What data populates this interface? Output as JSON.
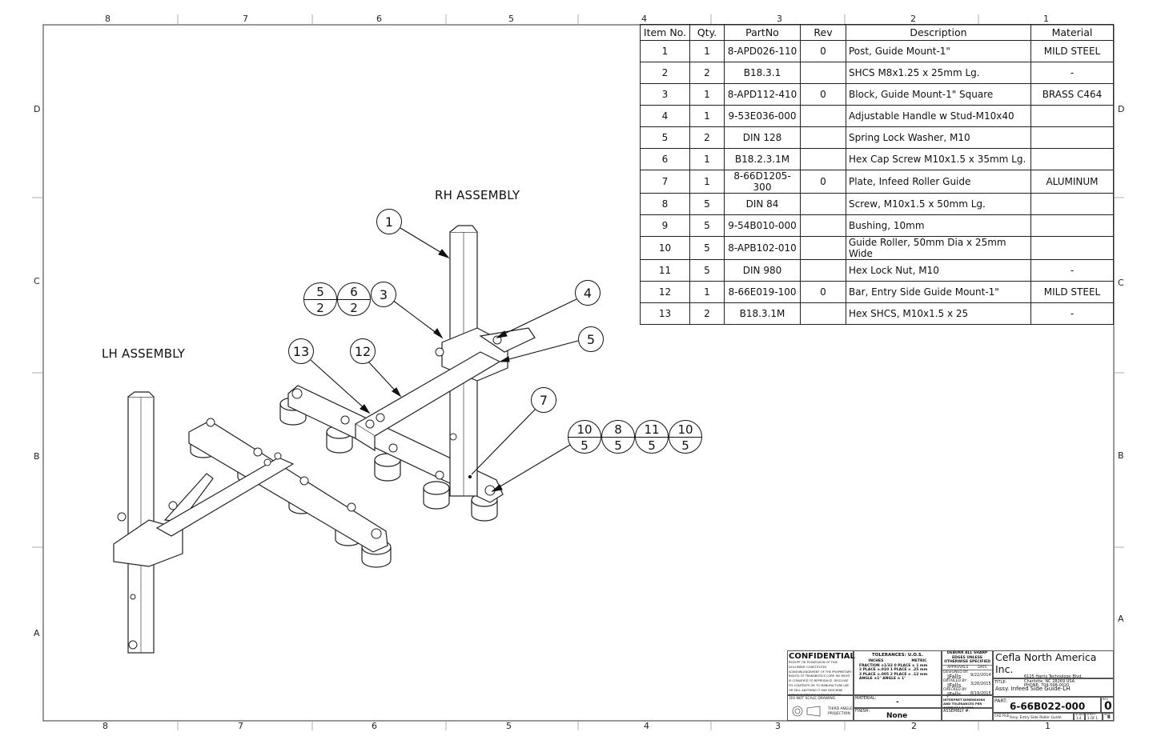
{
  "border": {
    "top_columns": [
      "8",
      "7",
      "6",
      "5",
      "4",
      "3",
      "2",
      "1"
    ],
    "bottom_columns": [
      "8",
      "7",
      "6",
      "5",
      "4",
      "3",
      "2",
      "1"
    ],
    "left_rows": [
      "D",
      "C",
      "B",
      "A"
    ],
    "right_rows": [
      "D",
      "C",
      "B",
      "A"
    ]
  },
  "bom": {
    "headers": [
      "Item No.",
      "Qty.",
      "PartNo",
      "Rev",
      "Description",
      "Material"
    ],
    "rows": [
      [
        "1",
        "1",
        "8-APD026-110",
        "0",
        "Post, Guide Mount-1\"",
        "MILD STEEL"
      ],
      [
        "2",
        "2",
        "B18.3.1",
        "",
        "SHCS M8x1.25 x 25mm Lg.",
        "-"
      ],
      [
        "3",
        "1",
        "8-APD112-410",
        "0",
        "Block, Guide Mount-1\" Square",
        "BRASS C464"
      ],
      [
        "4",
        "1",
        "9-53E036-000",
        "",
        "Adjustable Handle w Stud-M10x40",
        ""
      ],
      [
        "5",
        "2",
        "DIN 128",
        "",
        "Spring Lock Washer, M10",
        ""
      ],
      [
        "6",
        "1",
        "B18.2.3.1M",
        "",
        "Hex Cap Screw M10x1.5 x 35mm Lg.",
        ""
      ],
      [
        "7",
        "1",
        "8-66D1205-300",
        "0",
        "Plate, Infeed Roller Guide",
        "ALUMINUM"
      ],
      [
        "8",
        "5",
        "DIN 84",
        "",
        "Screw, M10x1.5 x 50mm Lg.",
        ""
      ],
      [
        "9",
        "5",
        "9-54B010-000",
        "",
        "Bushing, 10mm",
        ""
      ],
      [
        "10",
        "5",
        "8-APB102-010",
        "",
        "Guide Roller, 50mm Dia x 25mm Wide",
        ""
      ],
      [
        "11",
        "5",
        "DIN 980",
        "",
        "Hex Lock Nut, M10",
        "-"
      ],
      [
        "12",
        "1",
        "8-66E019-100",
        "0",
        "Bar, Entry Side Guide Mount-1\"",
        "MILD STEEL"
      ],
      [
        "13",
        "2",
        "B18.3.1M",
        "",
        "Hex SHCS, M10x1.5 x 25",
        "-"
      ]
    ]
  },
  "labels": {
    "rh": "RH ASSEMBLY",
    "lh": "LH ASSEMBLY"
  },
  "balloons": {
    "b1": "1",
    "b3": "3",
    "b4": "4",
    "b5": "5",
    "b7": "7",
    "b12": "12",
    "b13": "13"
  },
  "stacks": {
    "s1": {
      "top": "5",
      "bottom": "2"
    },
    "s2": {
      "top": "6",
      "bottom": "2"
    },
    "s3": {
      "top": "10",
      "bottom": "5"
    },
    "s4": {
      "top": "8",
      "bottom": "5"
    },
    "s5": {
      "top": "11",
      "bottom": "5"
    },
    "s6": {
      "top": "10",
      "bottom": "5"
    }
  },
  "title_block": {
    "confidential": "CONFIDENTIAL",
    "confidential_text": "RECEIPT OR POSSESSION OF THIS DOCUMENT CONSTITUTES ACKNOWLEDGEMENT OF THE PROPRIETARY RIGHTS OF TRANSBOTICS CORP. NO RIGHT IS CONVEYED TO REPRODUCE, DISCLOSE ITS CONTENTS OR TO MANUFACTURE USE OR SELL ANYTHING IT MAY DESCRIBE WITHOUT SPECIFIC AUTHORIZATION",
    "do_not_scale": "DO NOT SCALE DRAWING",
    "projection": "THIRD ANGLE PROJECTION",
    "tolerances_title": "TOLERANCES: U.O.S.",
    "inches": "INCHES",
    "metric": "METRIC",
    "tol_lines": [
      "FRACTION ±1/32  0 PLACE ± 1 mm",
      "2 PLACE ±.010  1 PLACE ± .25 mm",
      "3 PLACE ±.005  2 PLACE ± .12 mm",
      "ANGLE ±1°  ANGLE ± 1°"
    ],
    "material_label": "MATERIAL:",
    "material_value": "-",
    "finish_label": "FINISH:",
    "finish_value": "None",
    "deburr": "DEBURR ALL SHARP EDGES UNLESS OTHERWISE SPECIFIED",
    "approvals": "APPROVALS",
    "date": "DATE",
    "designed_by": "DESIGNED BY:",
    "designer": "JFalls",
    "designed_date": "9/22/2014",
    "detailed_by": "DETAILED BY:",
    "detailer": "JFalls",
    "detailed_date": "3/20/2015",
    "checked_by": "CHECKED BY:",
    "checker": "JFalls",
    "checked_date": "8/19/2015",
    "interpret": "INTERPRET DIMENSIONS AND TOLERANCES PER ASME Y14.5-1994",
    "assembly_label": "ASSEMBLY #:",
    "company": "Cefla North America Inc.",
    "address1": "6125 Harris Technology Blvd.",
    "address2": "Charlotte, NC 28269 USA",
    "phone": "PHONE: 704-598-0020",
    "title_label": "TITLE:",
    "title": "Assy. Infeed Side Guide-LH",
    "part_label": "PART:",
    "part_no": "6-66B022-000",
    "rev_label": "REV",
    "rev": "0",
    "cad_label": "CAD FILE:",
    "cad_file": "Assy. Entry Side Roller Guide",
    "scale_label": "SCALE",
    "scale": "1:4",
    "sheet_label": "SHEET",
    "sheet": "1 OF 1",
    "size_label": "SIZE",
    "size": "B"
  }
}
